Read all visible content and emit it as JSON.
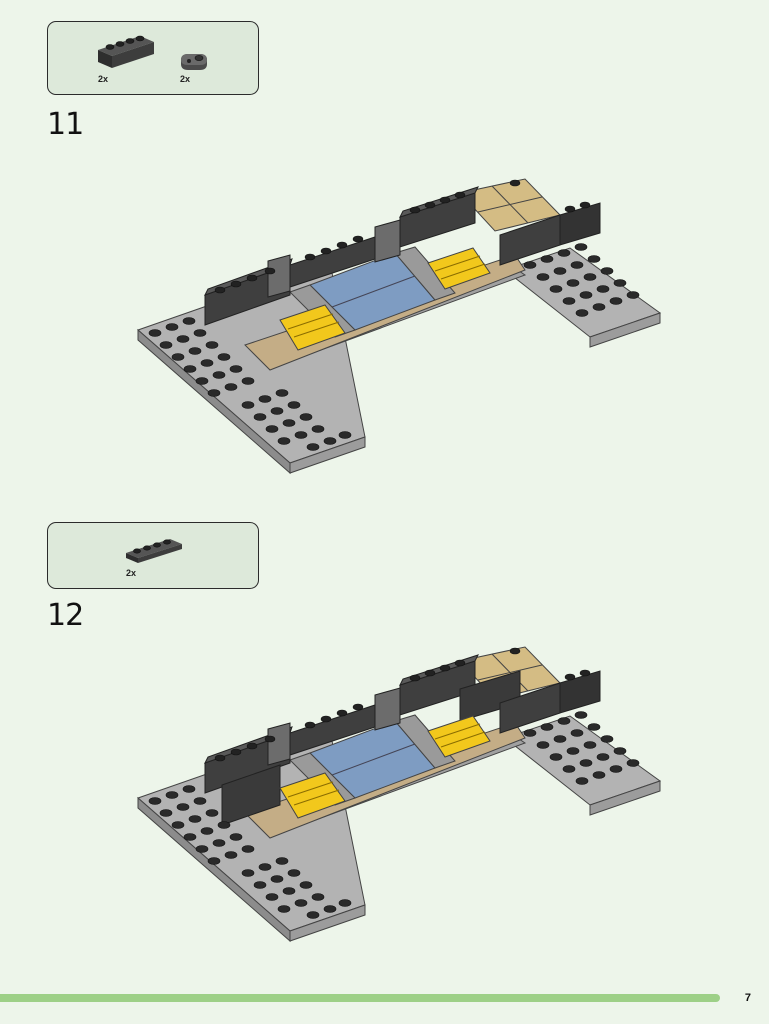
{
  "steps": [
    {
      "number": "11",
      "parts": [
        {
          "name": "dark-gray-brick-1x4",
          "quantity": "2x",
          "color": "#3d3d3d"
        },
        {
          "name": "dark-gray-plate-1x2-rounded",
          "quantity": "2x",
          "color": "#555555"
        }
      ]
    },
    {
      "number": "12",
      "parts": [
        {
          "name": "dark-gray-plate-1x4",
          "quantity": "2x",
          "color": "#3d3d3d"
        }
      ]
    }
  ],
  "page": {
    "number": "7"
  },
  "colors": {
    "background": "#edf5ea",
    "parts_box": "#dde9da",
    "progress": "#9dd087",
    "base_plate": "#a9a9a9",
    "dark_brick": "#3f3f3f",
    "water_blue": "#7e9cc2",
    "sand_tan": "#d4bc84",
    "gold_yellow": "#f2c81c"
  }
}
